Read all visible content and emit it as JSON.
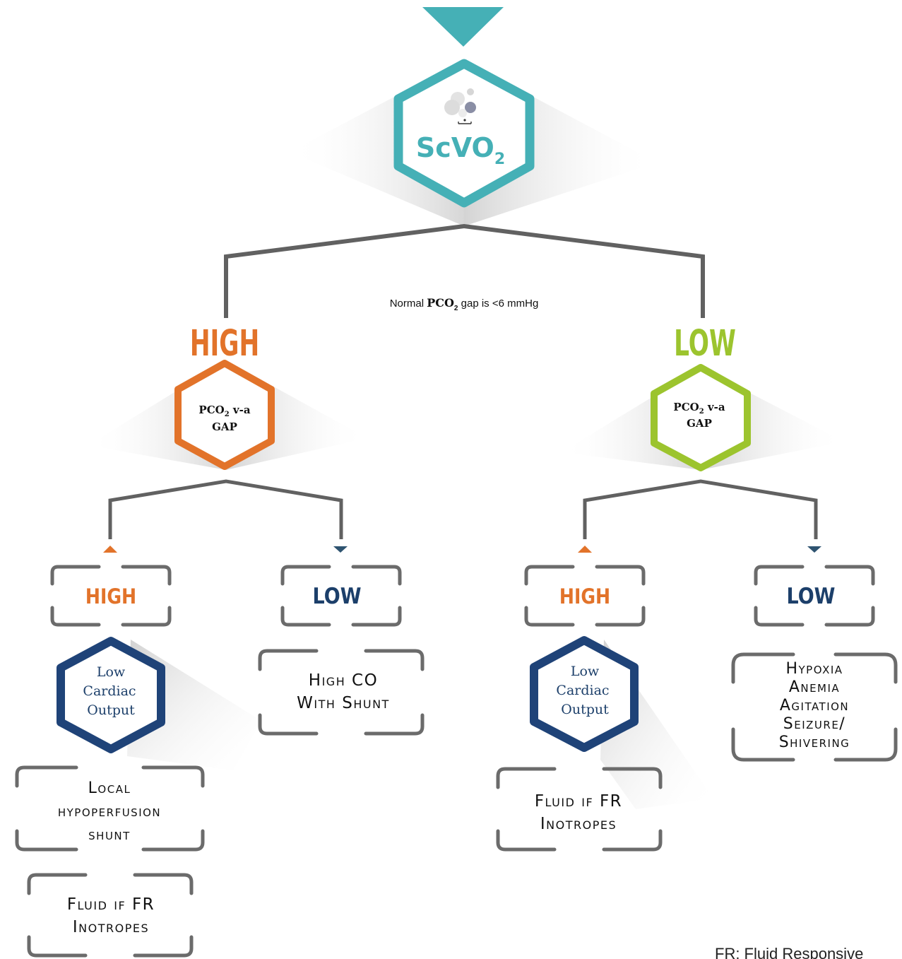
{
  "colors": {
    "teal": "#45b0b6",
    "orange": "#e2732a",
    "green": "#9cc42e",
    "navy": "#1f4378",
    "navy_text": "#1c3f6a",
    "line": "#616161",
    "bracket": "#6b6b6b"
  },
  "root": {
    "label_main": "ScVO",
    "label_sub": "2",
    "icon": "bubbles-icon"
  },
  "note": {
    "prefix": "Normal ",
    "bold": "PCO",
    "sub": "2",
    "suffix": " gap is <6 mmHg"
  },
  "branches": {
    "high": {
      "label": "HIGH",
      "gap_line1_main": "PCO",
      "gap_line1_sub": "2",
      "gap_line1_tail": " v-a",
      "gap_line2": "GAP",
      "sub_high": {
        "label": "HIGH"
      },
      "sub_low": {
        "label": "LOW"
      },
      "cardiac": [
        "Low",
        "Cardiac",
        "Output"
      ],
      "result_local": [
        "Local",
        "hypoperfusion",
        "shunt"
      ],
      "result_fluid": [
        "Fluid if FR",
        "Inotropes"
      ],
      "result_highco": [
        "High CO",
        "With Shunt"
      ]
    },
    "low": {
      "label": "LOW",
      "gap_line1_main": "PCO",
      "gap_line1_sub": "2",
      "gap_line1_tail": " v-a",
      "gap_line2": "GAP",
      "sub_high": {
        "label": "HIGH"
      },
      "sub_low": {
        "label": "LOW"
      },
      "cardiac": [
        "Low",
        "Cardiac",
        "Output"
      ],
      "result_fluid": [
        "Fluid if FR",
        "Inotropes"
      ],
      "result_causes": [
        "Hypoxia",
        "Anemia",
        "Agitation",
        "Seizure/",
        "Shivering"
      ]
    }
  },
  "footnote": "FR: Fluid Responsive"
}
